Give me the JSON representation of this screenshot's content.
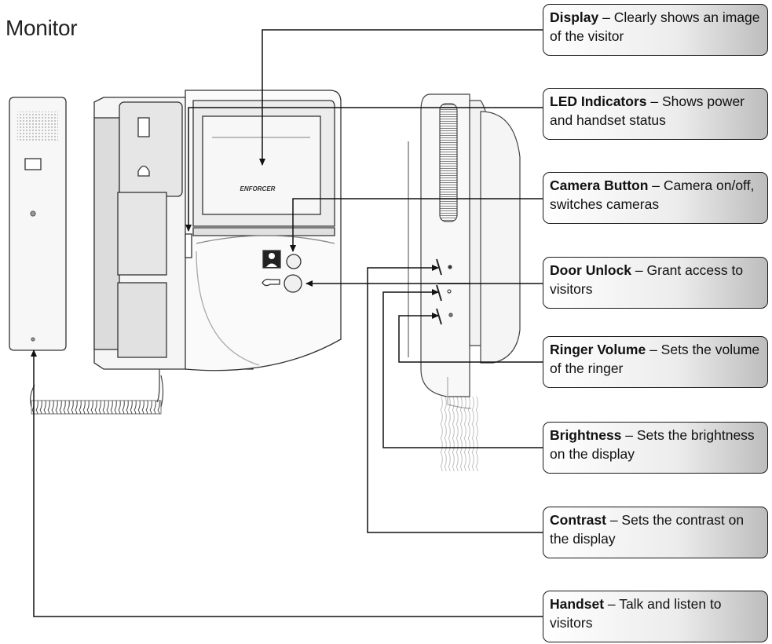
{
  "title": "Monitor",
  "device_brand": "ENFORCER",
  "callouts": [
    {
      "id": "display",
      "name": "Display",
      "desc": " – Clearly shows an image of the visitor"
    },
    {
      "id": "led-indicators",
      "name": "LED Indicators",
      "desc": " – Shows power and handset status"
    },
    {
      "id": "camera-button",
      "name": "Camera Button",
      "desc": " – Camera on/off, switches cameras"
    },
    {
      "id": "door-unlock",
      "name": "Door Unlock",
      "desc": " – Grant access to visitors"
    },
    {
      "id": "ringer-volume",
      "name": "Ringer Volume",
      "desc": " – Sets the volume of the ringer"
    },
    {
      "id": "brightness",
      "name": "Brightness",
      "desc": " – Sets the brightness on the display"
    },
    {
      "id": "contrast",
      "name": "Contrast",
      "desc": " – Sets the contrast on the display"
    },
    {
      "id": "handset",
      "name": "Handset",
      "desc": " – Talk and listen to visitors"
    }
  ]
}
